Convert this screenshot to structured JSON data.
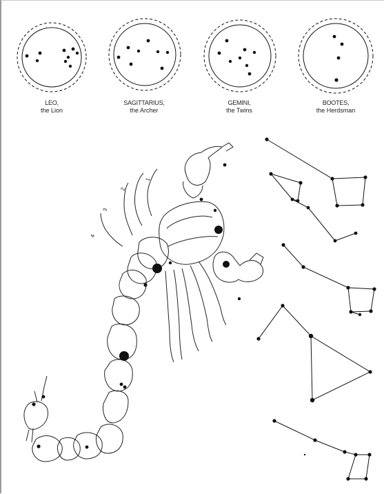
{
  "constellation_circles": [
    {
      "name": "LEO,",
      "subtitle": "the Lion"
    },
    {
      "name": "SAGITTARIUS,",
      "subtitle": "the Archer"
    },
    {
      "name": "GEMINI,",
      "subtitle": "the Twins"
    },
    {
      "name": "BOOTES,",
      "subtitle": "the Herdsman"
    }
  ],
  "scorpion_leg_numbers": [
    "1",
    "2",
    "3",
    "4"
  ],
  "colors": {
    "ink": "#111111",
    "frame": "#9a9a9a"
  }
}
